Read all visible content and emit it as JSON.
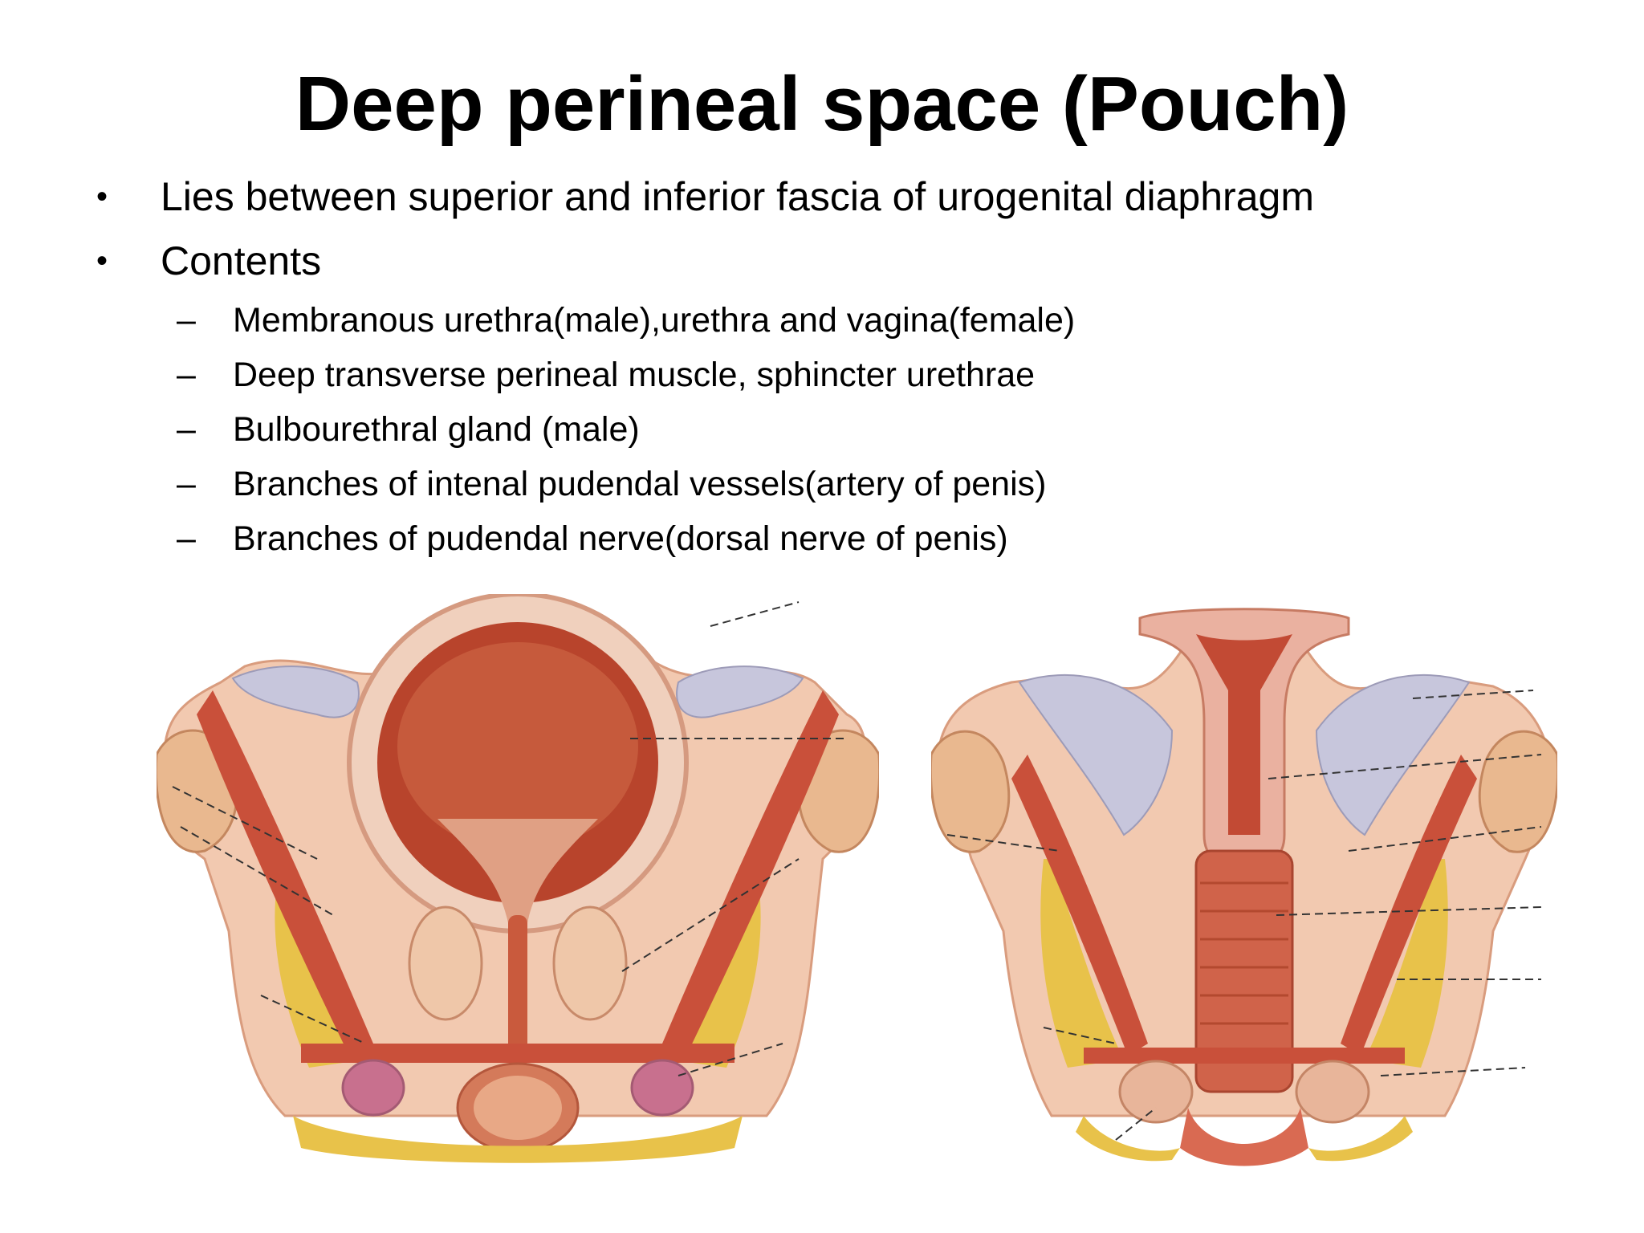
{
  "slide": {
    "title": "Deep perineal space (Pouch)",
    "bullets": [
      "Lies between superior and inferior fascia of urogenital diaphragm",
      "Contents"
    ],
    "bullet_symbol": "•",
    "sub_symbol": "–",
    "sub_bullets": [
      "Membranous urethra(male),urethra and vagina(female)",
      "Deep transverse perineal muscle, sphincter urethrae",
      "Bulbourethral gland (male)",
      "Branches of intenal pudendal vessels(artery of penis)",
      "Branches of pudendal nerve(dorsal nerve of penis)"
    ]
  },
  "figures": [
    {
      "name": "male-pelvis-coronal-section-illustration"
    },
    {
      "name": "female-pelvis-coronal-section-illustration"
    }
  ],
  "colors": {
    "muscle": "#c9503a",
    "tissue": "#f2c9b0",
    "fat": "#e8c24a",
    "bone": "#e9b88f",
    "fascia": "#c7c6dc",
    "bladder_inner": "#b8442c"
  }
}
